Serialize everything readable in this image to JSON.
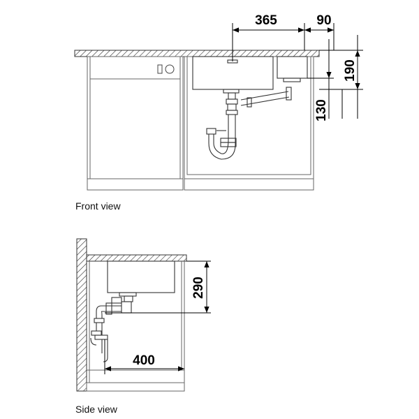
{
  "front": {
    "caption": "Front view",
    "dimensions": {
      "bowl_width": "365",
      "drainer_width": "90",
      "bowl_depth": "190",
      "drain_height": "130"
    }
  },
  "side": {
    "caption": "Side view",
    "dimensions": {
      "depth": "290",
      "wall_distance": "400"
    }
  }
}
